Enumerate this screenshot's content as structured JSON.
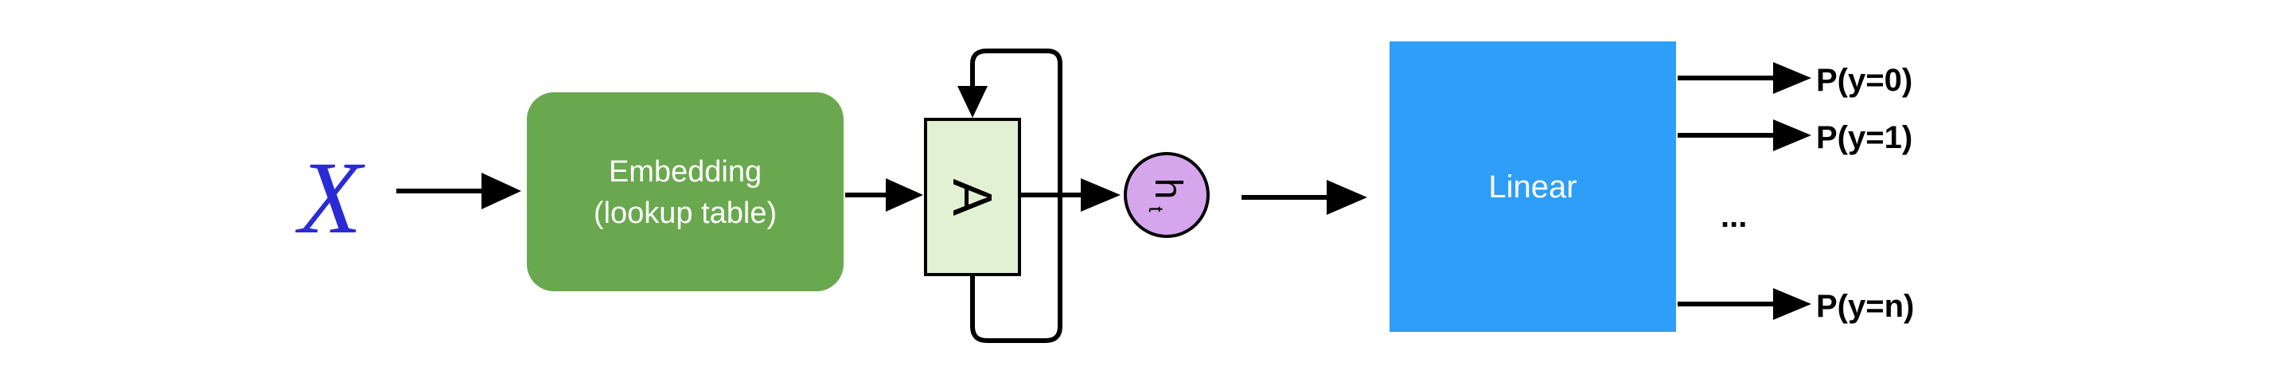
{
  "input": {
    "symbol": "X",
    "color": "#2b2bd6"
  },
  "embedding": {
    "line1": "Embedding",
    "line2": "(lookup table)",
    "fill": "#6aa84f"
  },
  "rnn_cell": {
    "label": "A",
    "fill": "#e2f0d3"
  },
  "hidden_state": {
    "main": "h",
    "sub": "t",
    "fill": "#d5a6ec"
  },
  "linear": {
    "label": "Linear",
    "fill": "#2f9ef8"
  },
  "outputs": [
    {
      "label": "P(y=0)"
    },
    {
      "label": "P(y=1)"
    },
    {
      "label": "..."
    },
    {
      "label": "P(y=n)"
    }
  ]
}
